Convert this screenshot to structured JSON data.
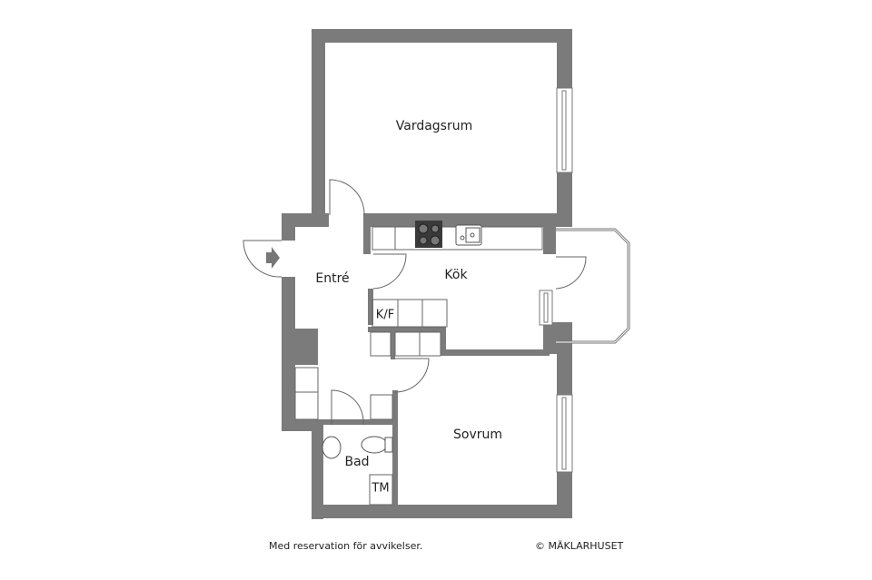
{
  "rooms": {
    "vardagsrum": "Vardagsrum",
    "entre": "Entré",
    "kok": "Kök",
    "kf": "K/F",
    "sovrum": "Sovrum",
    "bad": "Bad",
    "tm": "TM"
  },
  "footer": {
    "disclaimer": "Med reservation för avvikelser.",
    "copyright": "© MÄKLARHUSET"
  },
  "colors": {
    "wall": "#7a7a7a",
    "line": "#555555",
    "appliance": "#3a3a3a"
  }
}
